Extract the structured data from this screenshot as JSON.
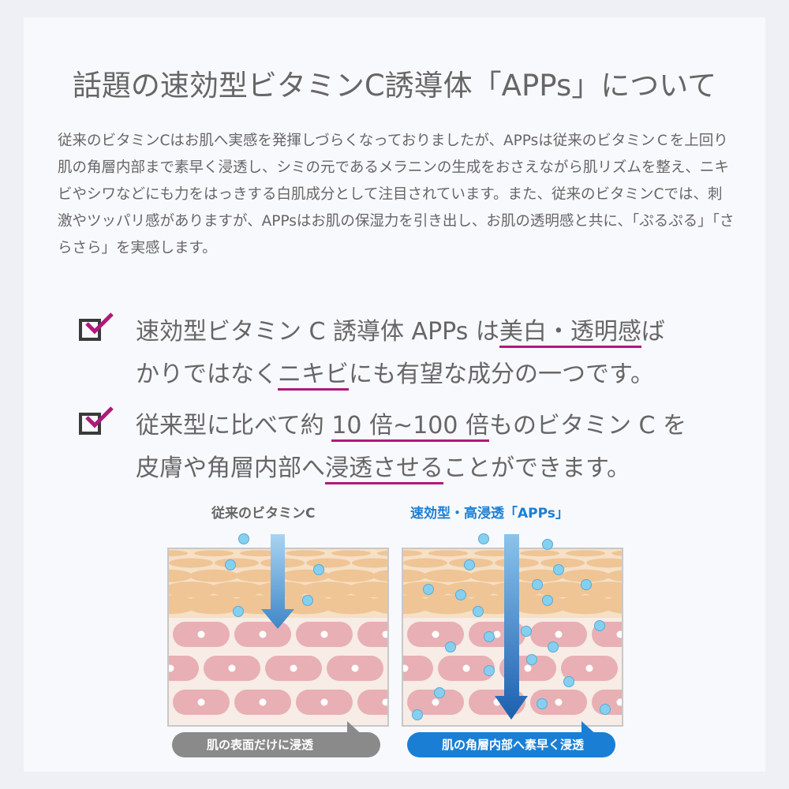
{
  "title": "話題の速効型ビタミンC誘導体「APPs」について",
  "paragraph": "従来のビタミンCはお肌へ実感を発揮しづらくなっておりましたが、APPsは従来のビタミンＣを上回り肌の角層内部まで素早く浸透し、シミの元であるメラニンの生成をおさえながら肌リズムを整え、ニキビやシワなどにも力をはっきする白肌成分として注目されています。また、従来のビタミンCでは、刺激やツッパリ感がありますが、APPsはお肌の保湿力を引き出し、お肌の透明感と共に、「ぷるぷる」「さらさら」を実感します。",
  "bullets": [
    {
      "l1a": "速効型ビタミン C 誘導体 APPs は",
      "l1u": "美白・透明感",
      "l1b": "ば",
      "l2a": "かりではなく",
      "l2u": "ニキビ",
      "l2b": "にも有望な成分の一つです。"
    },
    {
      "l1a": "従来型に比べて約 ",
      "l1u": "10 倍~100 倍",
      "l1b": "ものビタミン C を",
      "l2a": "皮膚や角層内部へ",
      "l2u": "浸透させる",
      "l2b": "ことができます。"
    }
  ],
  "diagram": {
    "left": {
      "label": "従来のビタミンC",
      "caption": "肌の表面だけに浸透"
    },
    "right": {
      "label": "速効型・高浸透「APPs」",
      "caption": "肌の角層内部へ素早く浸透"
    }
  },
  "colors": {
    "accent": "#b0197a",
    "blue": "#1a7fd4",
    "gray": "#8a8a8a"
  }
}
